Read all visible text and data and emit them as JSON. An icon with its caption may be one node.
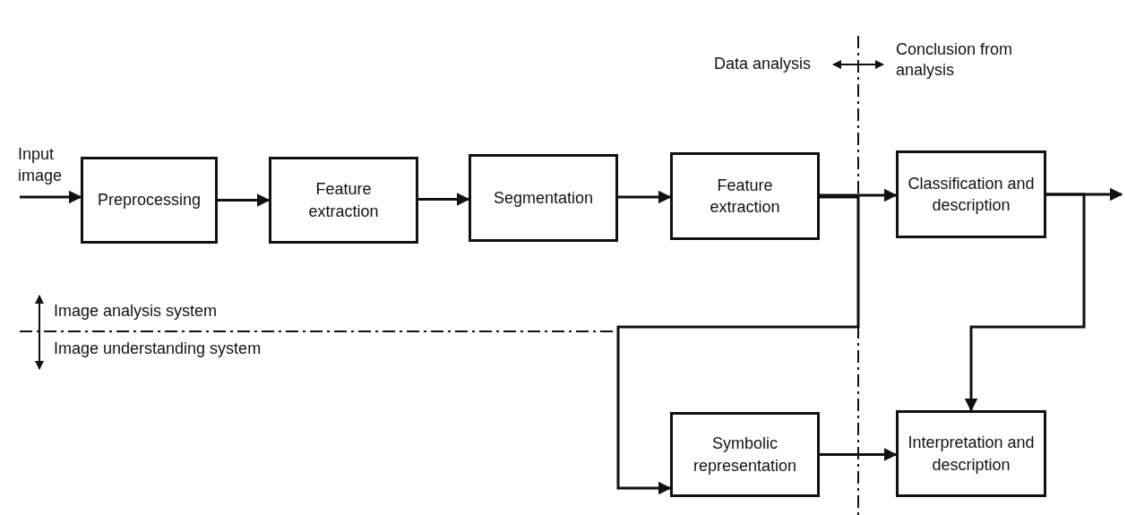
{
  "diagram": {
    "nodes": [
      {
        "text": [
          "Input image"
        ]
      },
      {
        "text": [
          "Preprocessing"
        ]
      },
      {
        "text": [
          "Feature extraction"
        ]
      },
      {
        "text": [
          "Segmentation"
        ]
      },
      {
        "text": [
          "Feature extraction"
        ]
      },
      {
        "text": [
          "Classification and description"
        ]
      },
      {
        "text": [
          "Symbolic representation"
        ]
      },
      {
        "text": [
          "Interpretation and description"
        ]
      }
    ],
    "edges": [
      {
        "from": 0,
        "to": 1,
        "arrow": "to"
      },
      {
        "from": 1,
        "to": 2,
        "arrow": "to"
      },
      {
        "from": 2,
        "to": 3,
        "arrow": "to"
      },
      {
        "from": 3,
        "to": 4,
        "arrow": "to"
      },
      {
        "from": 4,
        "to": 5,
        "arrow": "to"
      },
      {
        "from": 5,
        "to": null,
        "arrow": "to"
      },
      {
        "from": 5,
        "to": 7,
        "arrow": "to"
      },
      {
        "from": 4,
        "to": 6,
        "arrow": "to"
      },
      {
        "from": 6,
        "to": 7,
        "arrow": "to"
      }
    ],
    "labels": [
      "Data analysis",
      "Conclusion from analysis",
      "Image analysis system",
      "Image understanding system"
    ]
  }
}
